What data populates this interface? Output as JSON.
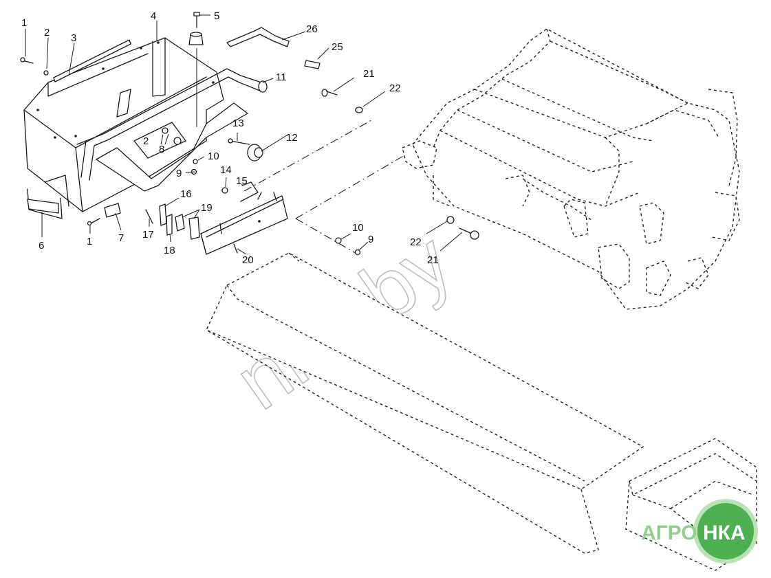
{
  "callouts": {
    "c1a": "1",
    "c2a": "2",
    "c3": "3",
    "c4": "4",
    "c5": "5",
    "c26": "26",
    "c25": "25",
    "c21a": "21",
    "c22a": "22",
    "c11": "11",
    "c2b": "2",
    "c8": "8",
    "c13": "13",
    "c12": "12",
    "c10a": "10",
    "c9a": "9",
    "c14": "14",
    "c15": "15",
    "c16": "16",
    "c19": "19",
    "c1b": "1",
    "c7": "7",
    "c6": "6",
    "c17": "17",
    "c18": "18",
    "c20": "20",
    "c10b": "10",
    "c9b": "9",
    "c22b": "22",
    "c21b": "21"
  },
  "watermark": "nka.by",
  "logo": {
    "text_left": "АГРО",
    "text_right": "НКА",
    "color": "#4caf50"
  }
}
